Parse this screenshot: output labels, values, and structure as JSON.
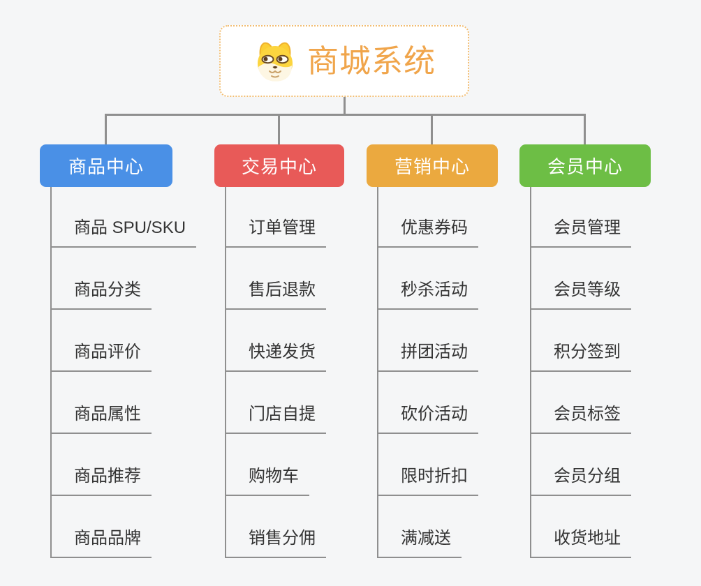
{
  "root": {
    "title": "商城系统",
    "icon": "doge-icon",
    "accent_color": "#f0a54b",
    "border_color": "#f2bd72"
  },
  "connector_color": "#8f8f8f",
  "branches": [
    {
      "label": "商品中心",
      "color": "#4a90e6",
      "items": [
        "商品 SPU/SKU",
        "商品分类",
        "商品评价",
        "商品属性",
        "商品推荐",
        "商品品牌"
      ]
    },
    {
      "label": "交易中心",
      "color": "#e85a58",
      "items": [
        "订单管理",
        "售后退款",
        "快递发货",
        "门店自提",
        "购物车",
        "销售分佣"
      ]
    },
    {
      "label": "营销中心",
      "color": "#eba93f",
      "items": [
        "优惠券码",
        "秒杀活动",
        "拼团活动",
        "砍价活动",
        "限时折扣",
        "满减送"
      ]
    },
    {
      "label": "会员中心",
      "color": "#6dbe45",
      "items": [
        "会员管理",
        "会员等级",
        "积分签到",
        "会员标签",
        "会员分组",
        "收货地址"
      ]
    }
  ]
}
